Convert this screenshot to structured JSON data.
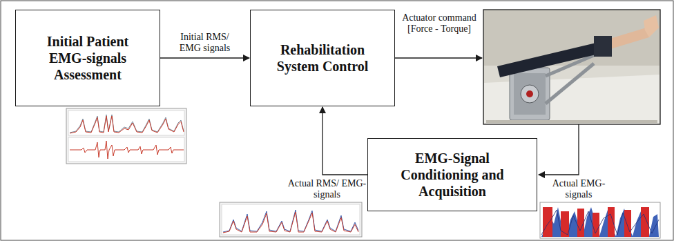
{
  "diagram": {
    "nodes": [
      {
        "text": [
          "Initial Patient EMG-signals Assessment"
        ]
      },
      {
        "text": [
          "Rehabilitation System Control"
        ]
      },
      {
        "text": [
          "EMG-Signal Conditioning and Acquisition"
        ]
      }
    ],
    "edges": [
      {
        "from": 0,
        "to": 1,
        "arrow": "to",
        "label": "Initial RMS/ EMG signals"
      },
      {
        "from": 2,
        "to": 1,
        "arrow": "to",
        "label": "Actual RMS/ EMG-signals"
      }
    ],
    "labels": [
      "Actuator command [Force - Torque]",
      "Actual EMG-signals"
    ]
  }
}
